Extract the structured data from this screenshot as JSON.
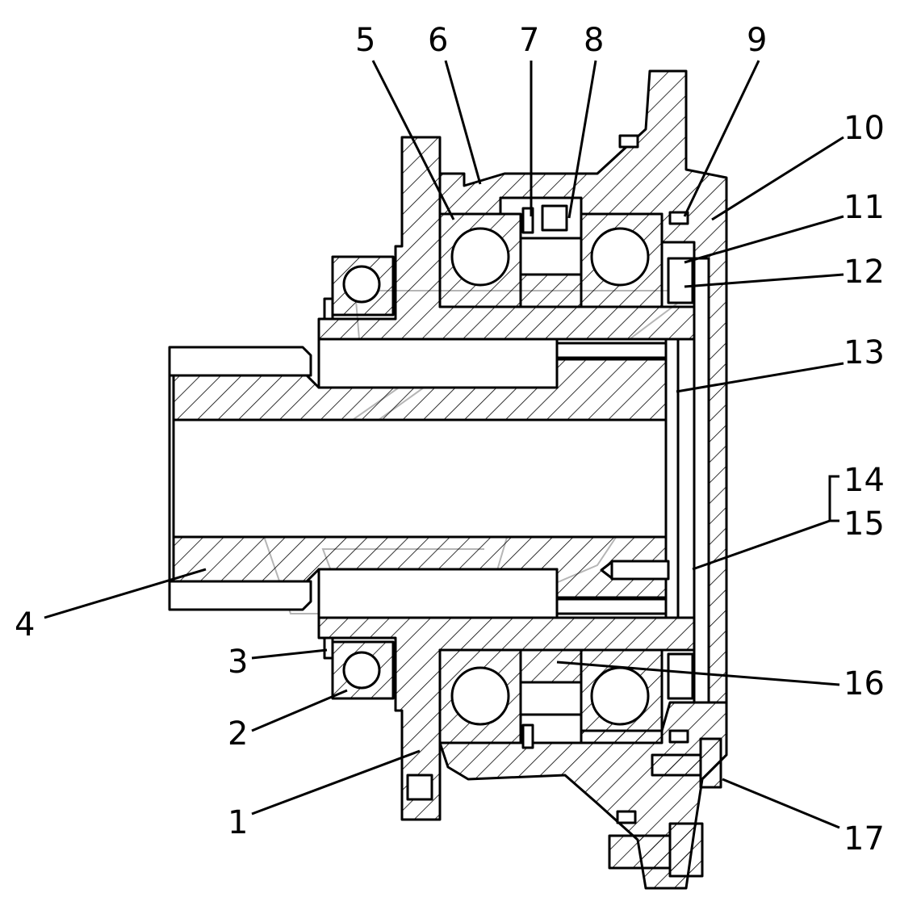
{
  "diagram": {
    "callouts": [
      {
        "id": "callout-1",
        "text": "1"
      },
      {
        "id": "callout-2",
        "text": "2"
      },
      {
        "id": "callout-3",
        "text": "3"
      },
      {
        "id": "callout-4",
        "text": "4"
      },
      {
        "id": "callout-5",
        "text": "5"
      },
      {
        "id": "callout-6",
        "text": "6"
      },
      {
        "id": "callout-7",
        "text": "7"
      },
      {
        "id": "callout-8",
        "text": "8"
      },
      {
        "id": "callout-9",
        "text": "9"
      },
      {
        "id": "callout-10",
        "text": "10"
      },
      {
        "id": "callout-11",
        "text": "11"
      },
      {
        "id": "callout-12",
        "text": "12"
      },
      {
        "id": "callout-13",
        "text": "13"
      },
      {
        "id": "callout-14",
        "text": "14"
      },
      {
        "id": "callout-15",
        "text": "15"
      },
      {
        "id": "callout-16",
        "text": "16"
      },
      {
        "id": "callout-17",
        "text": "17"
      }
    ],
    "colors": {
      "line": "#000000",
      "background": "#ffffff",
      "watermark": "#b5b5b5"
    }
  }
}
